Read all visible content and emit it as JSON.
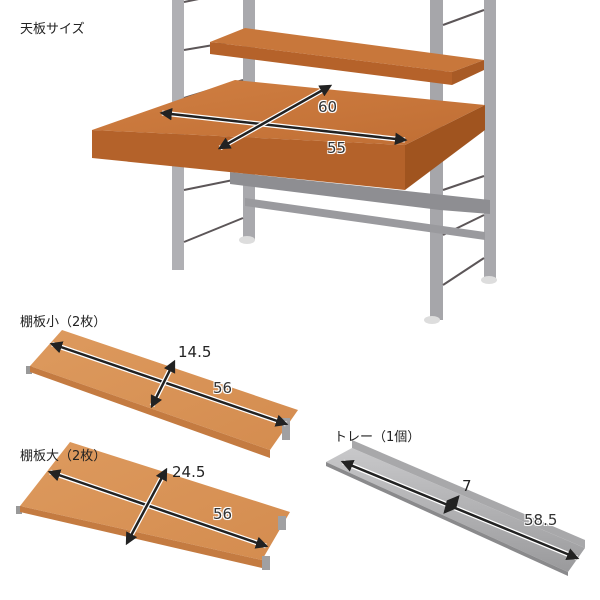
{
  "sections": {
    "top_board": {
      "title": "天板サイズ",
      "dims": {
        "depth": "60",
        "width": "55"
      }
    },
    "small_shelf": {
      "title": "棚板小（2枚）",
      "dims": {
        "depth": "14.5",
        "width": "56"
      }
    },
    "large_shelf": {
      "title": "棚板大（2枚）",
      "dims": {
        "depth": "24.5",
        "width": "56"
      }
    },
    "tray": {
      "title": "トレー（1個）",
      "dims": {
        "depth": "7",
        "width": "58.5"
      }
    }
  },
  "colors": {
    "wood_top": "#c8763a",
    "wood_front": "#b8652b",
    "shelf_wood": "#d9955a",
    "shelf_wood_edge": "#c47b41",
    "frame_gray": "#a6a6aa",
    "frame_dark": "#5c5658",
    "tray_gray": "#b4b4b6",
    "arrow": "#222222"
  }
}
